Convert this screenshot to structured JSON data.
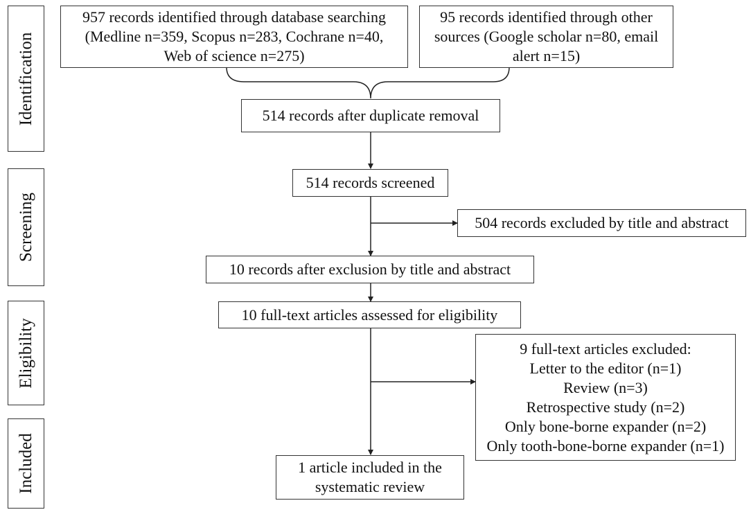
{
  "stages": {
    "identification": "Identification",
    "screening": "Screening",
    "eligibility": "Eligibility",
    "included": "Included"
  },
  "boxes": {
    "database_search": [
      "957 records identified through database searching",
      "(Medline n=359, Scopus n=283, Cochrane n=40,",
      "Web of science n=275)"
    ],
    "other_sources": [
      "95 records identified through other",
      "sources (Google scholar n=80, email",
      "alert n=15)"
    ],
    "duplicates_removed": "514 records after duplicate removal",
    "screened": "514 records screened",
    "excluded_title_abstract": "504 records excluded by title and abstract",
    "after_exclusion": "10 records after exclusion by title and abstract",
    "fulltext_assessed": "10 full-text articles assessed for eligibility",
    "fulltext_excluded": {
      "heading": "9 full-text articles excluded:",
      "reasons": [
        "Letter to the editor (n=1)",
        "Review (n=3)",
        "Retrospective study (n=2)",
        "Only bone-borne expander (n=2)",
        "Only tooth-bone-borne expander (n=1)"
      ]
    },
    "included": [
      "1 article included in the",
      "systematic review"
    ]
  }
}
